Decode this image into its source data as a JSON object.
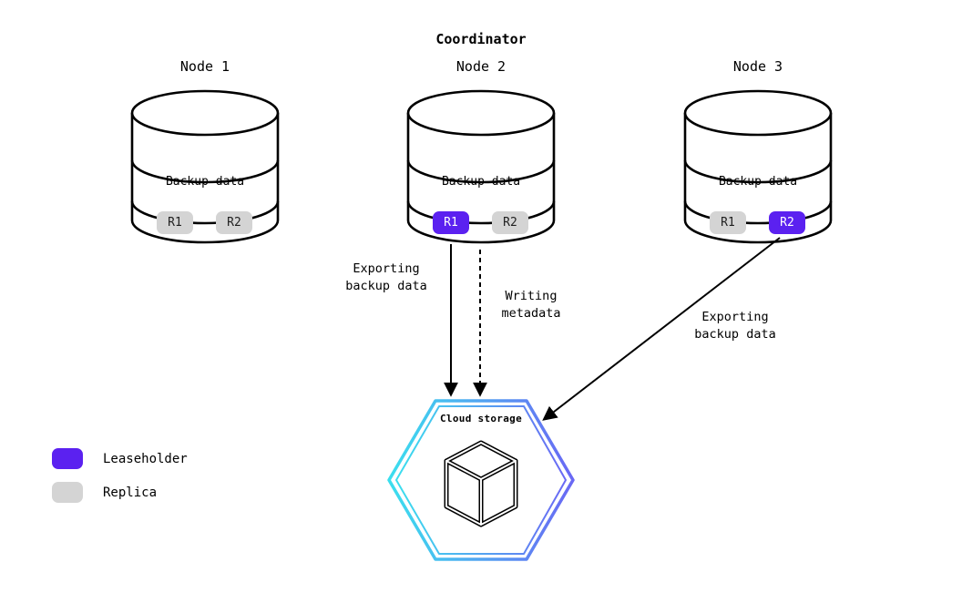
{
  "coordinator_label": "Coordinator",
  "nodes": [
    {
      "label": "Node 1",
      "body": "Backup data",
      "replicas": [
        {
          "label": "R1",
          "leaseholder": false
        },
        {
          "label": "R2",
          "leaseholder": false
        }
      ]
    },
    {
      "label": "Node 2",
      "body": "Backup data",
      "replicas": [
        {
          "label": "R1",
          "leaseholder": true
        },
        {
          "label": "R2",
          "leaseholder": false
        }
      ]
    },
    {
      "label": "Node 3",
      "body": "Backup data",
      "replicas": [
        {
          "label": "R1",
          "leaseholder": false
        },
        {
          "label": "R2",
          "leaseholder": true
        }
      ]
    }
  ],
  "arrows": [
    {
      "line1": "Exporting",
      "line2": "backup data",
      "style": "solid",
      "from": "Node 2 R1",
      "to": "Cloud storage"
    },
    {
      "line1": "Writing",
      "line2": "metadata",
      "style": "dashed",
      "from": "Node 2",
      "to": "Cloud storage"
    },
    {
      "line1": "Exporting",
      "line2": "backup data",
      "style": "solid",
      "from": "Node 3 R2",
      "to": "Cloud storage"
    }
  ],
  "cloud": {
    "label": "Cloud storage"
  },
  "legend": [
    {
      "label": "Leaseholder",
      "color": "#5b21f0"
    },
    {
      "label": "Replica",
      "color": "#d4d4d4"
    }
  ],
  "colors": {
    "leaseholder": "#5b21f0",
    "replica": "#d4d4d4",
    "hexagon_gradient_start": "#3bdfee",
    "hexagon_gradient_end": "#6a68f4",
    "line": "#000000"
  }
}
